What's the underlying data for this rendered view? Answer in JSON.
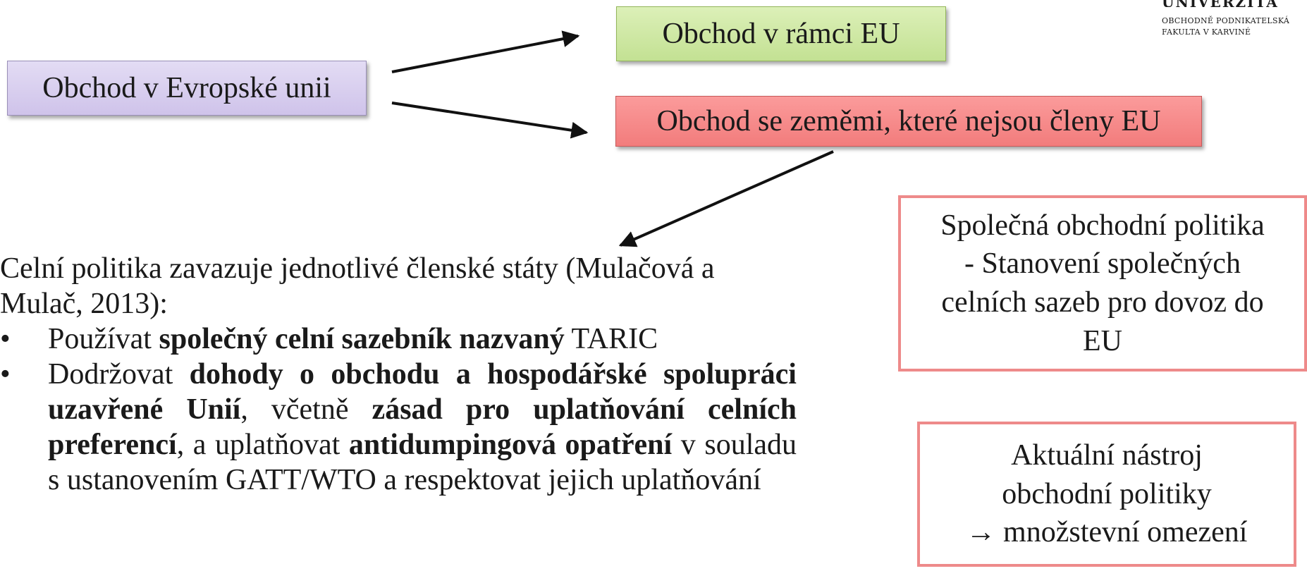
{
  "logo": {
    "word": "UNIVERZITA",
    "line1": "OBCHODNĚ PODNIKATELSKÁ",
    "line2": "FAKULTA V KARVINÉ"
  },
  "boxes": {
    "root": "Obchod v Evropské unii",
    "within_eu": "Obchod v rámci EU",
    "non_eu": "Obchod se zeměmi, které nejsou členy EU",
    "policy": [
      "Společná obchodní politika",
      "- Stanovení společných",
      "celních sazeb pro dovoz do",
      "EU"
    ],
    "tool": [
      "Aktuální nástroj",
      "obchodní politiky",
      "→ množstevní omezení"
    ]
  },
  "colors": {
    "root_fill": "#d9d0ef",
    "within_eu_fill": "#cfe8a6",
    "non_eu_fill": "#f78b8b",
    "outline_boxes": "#ee8a8a"
  },
  "text": {
    "intro": "Celní politika zavazuje jednotlivé členské státy (Mulačová a Mulač, 2013):",
    "bullet_marker": "•",
    "bullet1": {
      "a": "Používat ",
      "b": "společný celní sazebník nazvaný",
      "c": " TARIC"
    },
    "bullet2": {
      "a": "Dodržovat ",
      "b": "dohody o obchodu a hospodářské spolupráci uzavřené Unií",
      "c": ", včetně ",
      "d": "zásad pro uplatňování celních preferencí",
      "e": ", a uplatňovat ",
      "f": "antidumpingová opatření",
      "g": " v souladu s ustanovením GATT/WTO a respektovat jejich uplatňování"
    }
  }
}
